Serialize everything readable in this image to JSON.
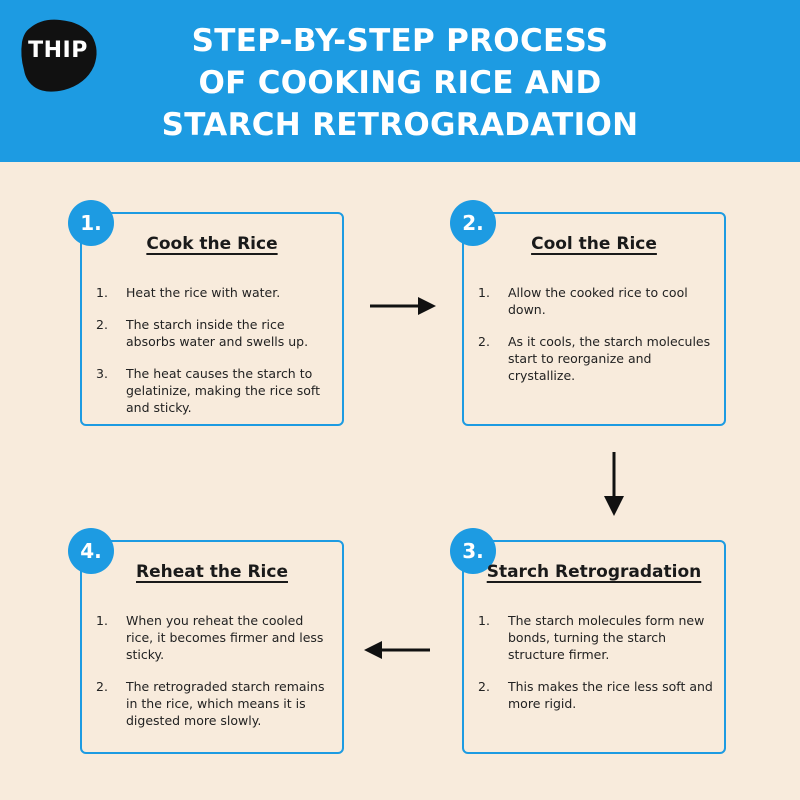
{
  "header": {
    "logo_text": "THIP",
    "title_lines": [
      "STEP-BY-STEP PROCESS",
      "OF COOKING RICE AND",
      "STARCH RETROGRADATION"
    ],
    "background_color": "#1d9be2"
  },
  "colors": {
    "accent": "#1d9be2",
    "page_background": "#f8ebdc",
    "logo_background": "#111111",
    "text": "#222222"
  },
  "cards": [
    {
      "badge": "1.",
      "title": "Cook the Rice",
      "steps": [
        {
          "num": "1.",
          "text": "Heat the rice with water."
        },
        {
          "num": "2.",
          "text": "The starch inside the rice absorbs water and swells up."
        },
        {
          "num": "3.",
          "text": "The heat causes the starch to gelatinize, making the rice soft and sticky."
        }
      ]
    },
    {
      "badge": "2.",
      "title": "Cool the Rice",
      "steps": [
        {
          "num": "1.",
          "text": "Allow the cooked rice to cool down."
        },
        {
          "num": "2.",
          "text": "As it cools, the starch molecules start to reorganize and crystallize."
        }
      ]
    },
    {
      "badge": "3.",
      "title": "Starch Retrogradation",
      "steps": [
        {
          "num": "1.",
          "text": "The starch molecules form new bonds, turning the starch structure firmer."
        },
        {
          "num": "2.",
          "text": "This makes the rice less soft and more rigid."
        }
      ]
    },
    {
      "badge": "4.",
      "title": "Reheat the Rice",
      "steps": [
        {
          "num": "1.",
          "text": "When you reheat the cooled rice, it becomes firmer and less sticky."
        },
        {
          "num": "2.",
          "text": "The retrograded starch remains in the rice, which means it is digested more slowly."
        }
      ]
    }
  ],
  "arrows": [
    {
      "name": "arrow-right-icon",
      "direction": "right"
    },
    {
      "name": "arrow-down-icon",
      "direction": "down"
    },
    {
      "name": "arrow-left-icon",
      "direction": "left"
    }
  ]
}
